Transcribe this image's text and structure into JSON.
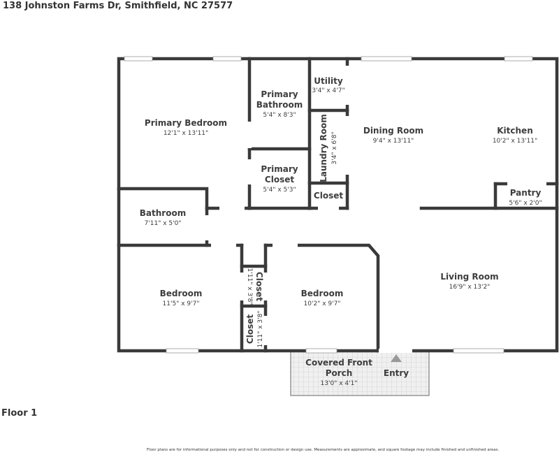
{
  "header": {
    "address": "138 Johnston Farms Dr, Smithfield, NC 27577"
  },
  "floor": {
    "label": "Floor 1"
  },
  "footer": {
    "disclaimer": "Floor plans are for informational purposes only and not for construction or design use. Measurements are approximate, and square footage may include finished and unfinished areas."
  },
  "rooms": {
    "primary_bedroom": {
      "name": "Primary Bedroom",
      "dims": "12'1\" x 13'11\""
    },
    "primary_bathroom": {
      "name_line1": "Primary",
      "name_line2": "Bathroom",
      "dims": "5'4\" x 8'3\""
    },
    "primary_closet": {
      "name_line1": "Primary",
      "name_line2": "Closet",
      "dims": "5'4\" x 5'3\""
    },
    "utility": {
      "name": "Utility",
      "dims": "3'4\" x 4'7\""
    },
    "laundry_room": {
      "name": "Laundry Room",
      "dims": "3'4\" x 6'8\""
    },
    "closet_hall": {
      "name": "Closet"
    },
    "dining_room": {
      "name": "Dining Room",
      "dims": "9'4\" x 13'11\""
    },
    "kitchen": {
      "name": "Kitchen",
      "dims": "10'2\" x 13'11\""
    },
    "pantry": {
      "name": "Pantry",
      "dims": "5'6\" x 2'0\""
    },
    "bathroom": {
      "name": "Bathroom",
      "dims": "7'11\" x 5'0\""
    },
    "bedroom_left": {
      "name": "Bedroom",
      "dims": "11'5\" x 9'7\""
    },
    "closet_upper": {
      "name": "Closet",
      "dims": "1'11\" x 3'8\""
    },
    "closet_lower": {
      "name": "Closet",
      "dims": "1'11\" x 3'8\""
    },
    "bedroom_right": {
      "name": "Bedroom",
      "dims": "10'2\" x 9'7\""
    },
    "living_room": {
      "name": "Living Room",
      "dims": "16'9\" x 13'2\""
    },
    "covered_front_porch": {
      "name_line1": "Covered Front",
      "name_line2": "Porch",
      "dims": "13'0\" x 4'1\""
    },
    "entry": {
      "name": "Entry"
    }
  }
}
